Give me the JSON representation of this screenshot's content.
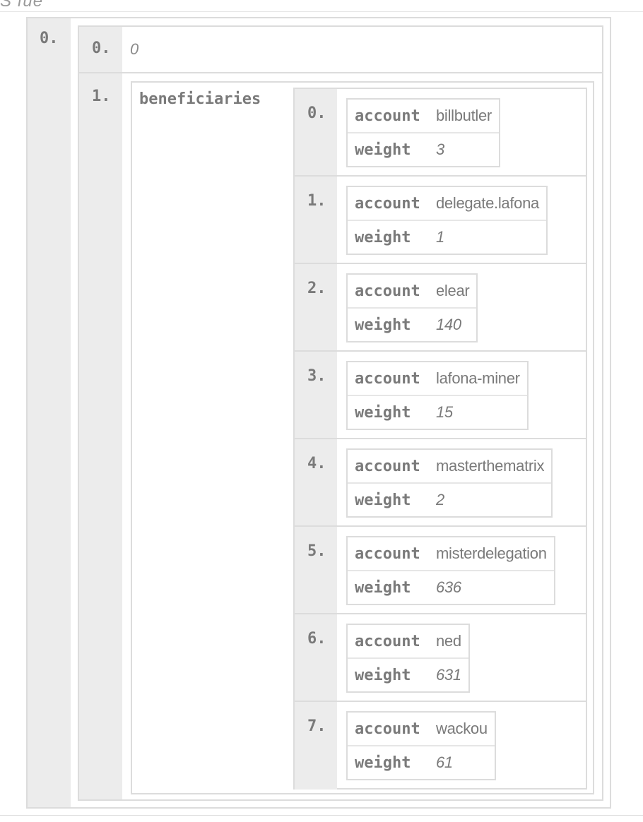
{
  "header": {
    "cut_text": "S  fue"
  },
  "outer": {
    "index": "0."
  },
  "array": {
    "item0": {
      "index": "0.",
      "value": "0"
    },
    "item1": {
      "index": "1.",
      "key": "beneficiaries",
      "keys": {
        "account": "account",
        "weight": "weight"
      },
      "beneficiaries": [
        {
          "index": "0.",
          "account": "billbutler",
          "weight": "3"
        },
        {
          "index": "1.",
          "account": "delegate.lafona",
          "weight": "1"
        },
        {
          "index": "2.",
          "account": "elear",
          "weight": "140"
        },
        {
          "index": "3.",
          "account": "lafona-miner",
          "weight": "15"
        },
        {
          "index": "4.",
          "account": "masterthematrix",
          "weight": "2"
        },
        {
          "index": "5.",
          "account": "misterdelegation",
          "weight": "636"
        },
        {
          "index": "6.",
          "account": "ned",
          "weight": "631"
        },
        {
          "index": "7.",
          "account": "wackou",
          "weight": "61"
        }
      ]
    }
  }
}
